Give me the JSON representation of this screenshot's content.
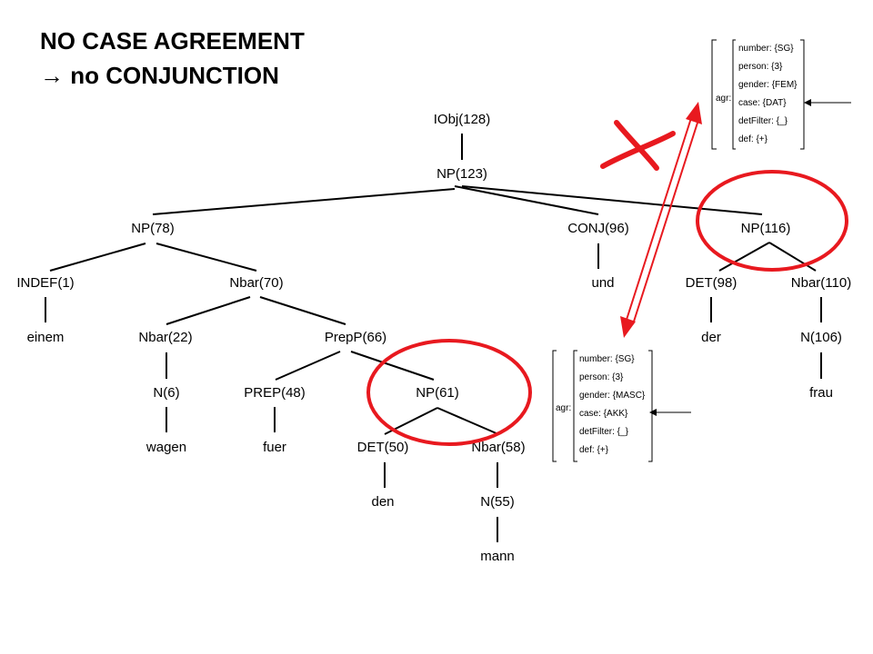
{
  "title": {
    "line1": "NO CASE AGREEMENT",
    "line2": "→ no CONJUNCTION"
  },
  "tree": {
    "nodes": [
      {
        "id": "iobj128",
        "label": "IObj(128)"
      },
      {
        "id": "np123",
        "label": "NP(123)"
      },
      {
        "id": "np78",
        "label": "NP(78)"
      },
      {
        "id": "conj96",
        "label": "CONJ(96)"
      },
      {
        "id": "np116",
        "label": "NP(116)"
      },
      {
        "id": "indef1",
        "label": "INDEF(1)"
      },
      {
        "id": "nbar70",
        "label": "Nbar(70)"
      },
      {
        "id": "und",
        "label": "und"
      },
      {
        "id": "det98",
        "label": "DET(98)"
      },
      {
        "id": "nbar110",
        "label": "Nbar(110)"
      },
      {
        "id": "einem",
        "label": "einem"
      },
      {
        "id": "nbar22",
        "label": "Nbar(22)"
      },
      {
        "id": "prepp66",
        "label": "PrepP(66)"
      },
      {
        "id": "der",
        "label": "der"
      },
      {
        "id": "n106",
        "label": "N(106)"
      },
      {
        "id": "n6",
        "label": "N(6)"
      },
      {
        "id": "prep48",
        "label": "PREP(48)"
      },
      {
        "id": "np61",
        "label": "NP(61)"
      },
      {
        "id": "frau",
        "label": "frau"
      },
      {
        "id": "wagen",
        "label": "wagen"
      },
      {
        "id": "fuer",
        "label": "fuer"
      },
      {
        "id": "det50",
        "label": "DET(50)"
      },
      {
        "id": "nbar58",
        "label": "Nbar(58)"
      },
      {
        "id": "den",
        "label": "den"
      },
      {
        "id": "n55",
        "label": "N(55)"
      },
      {
        "id": "mann",
        "label": "mann"
      }
    ]
  },
  "feature_top": {
    "attr": "agr:",
    "features": [
      "number: {SG}",
      "person: {3}",
      "gender: {FEM}",
      "case: {DAT}",
      "detFilter: {_}",
      "def: {+}"
    ]
  },
  "feature_bottom": {
    "attr": "agr:",
    "features": [
      "number: {SG}",
      "person: {3}",
      "gender: {MASC}",
      "case: {AKK}",
      "detFilter: {_}",
      "def: {+}"
    ]
  },
  "colors": {
    "highlight": "#e8191f",
    "line": "#000000"
  }
}
